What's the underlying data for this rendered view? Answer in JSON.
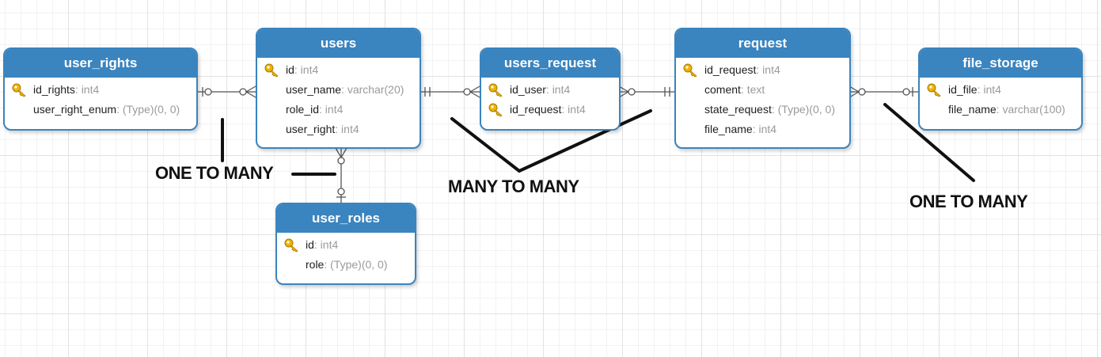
{
  "entities": [
    {
      "name": "user_rights",
      "fields": [
        {
          "name": "id_rights",
          "type": ": int4",
          "key": true
        },
        {
          "name": "user_right_enum",
          "type": ": (Type)(0, 0)",
          "key": false
        }
      ]
    },
    {
      "name": "users",
      "fields": [
        {
          "name": "id",
          "type": ": int4",
          "key": true
        },
        {
          "name": "user_name",
          "type": ": varchar(20)",
          "key": false
        },
        {
          "name": "role_id",
          "type": ": int4",
          "key": false
        },
        {
          "name": "user_right",
          "type": ": int4",
          "key": false
        }
      ]
    },
    {
      "name": "users_request",
      "fields": [
        {
          "name": "id_user",
          "type": ": int4",
          "key": true
        },
        {
          "name": "id_request",
          "type": ": int4",
          "key": true
        }
      ]
    },
    {
      "name": "request",
      "fields": [
        {
          "name": "id_request",
          "type": ": int4",
          "key": true
        },
        {
          "name": "coment",
          "type": ": text",
          "key": false
        },
        {
          "name": "state_request",
          "type": ": (Type)(0, 0)",
          "key": false
        },
        {
          "name": "file_name",
          "type": ": int4",
          "key": false
        }
      ]
    },
    {
      "name": "file_storage",
      "fields": [
        {
          "name": "id_file",
          "type": ": int4",
          "key": true
        },
        {
          "name": "file_name",
          "type": ": varchar(100)",
          "key": false
        }
      ]
    },
    {
      "name": "user_roles",
      "fields": [
        {
          "name": "id",
          "type": ": int4",
          "key": true
        },
        {
          "name": "role",
          "type": ": (Type)(0, 0)",
          "key": false
        }
      ]
    }
  ],
  "annotations": {
    "left": "ONE TO MANY",
    "middle": "MANY TO MANY",
    "right": "ONE TO MANY"
  },
  "colors": {
    "entity_header": "#3a84bf",
    "key_icon": "#f0b400",
    "connector": "#555555"
  }
}
